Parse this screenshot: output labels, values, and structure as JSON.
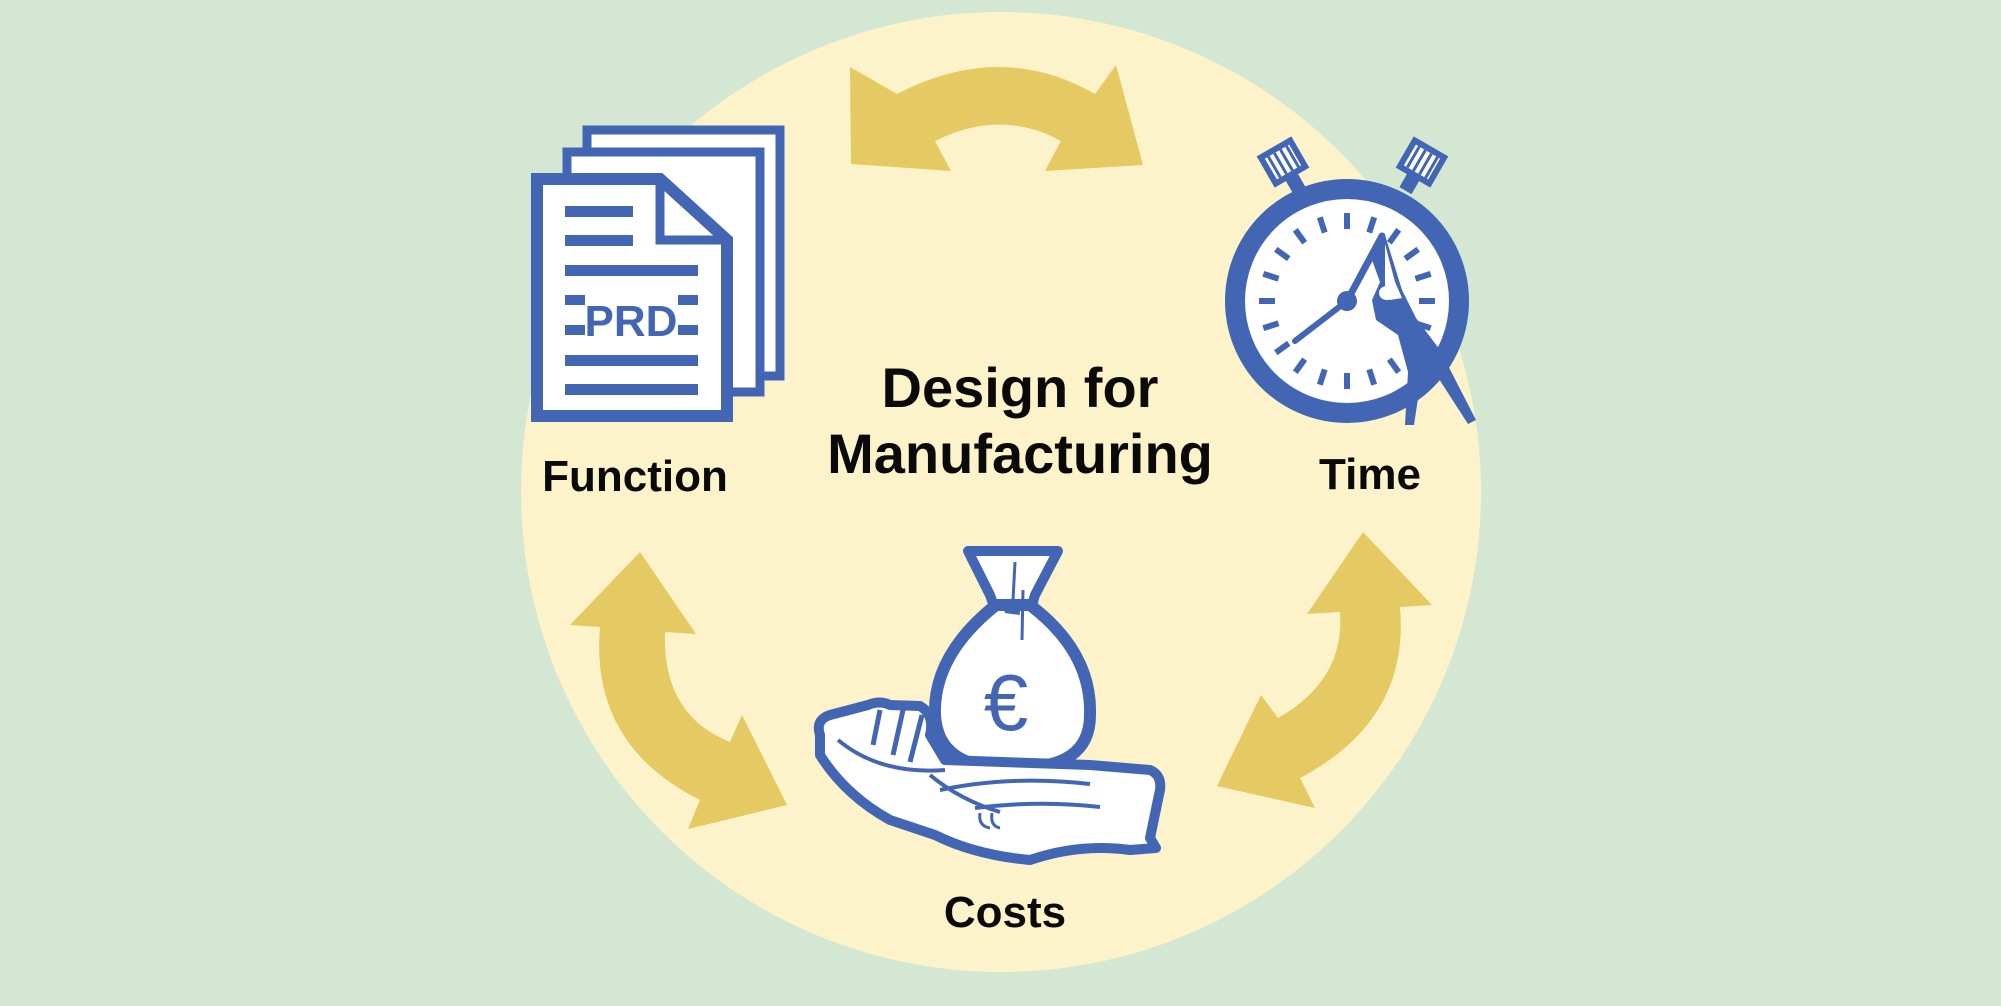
{
  "diagram": {
    "title_line1": "Design for",
    "title_line2": "Manufacturing",
    "nodes": {
      "function": {
        "label": "Function",
        "icon": "document-stack-icon",
        "document_text": "PRD"
      },
      "time": {
        "label": "Time",
        "icon": "stopwatch-icon"
      },
      "costs": {
        "label": "Costs",
        "icon": "money-bag-hand-icon",
        "currency_symbol": "€"
      }
    },
    "arrows": [
      "function-time-arrow",
      "time-costs-arrow",
      "costs-function-arrow"
    ]
  },
  "colors": {
    "background": "#d3e7d2",
    "circle": "#fdf3cb",
    "icon_blue": "#4366b4",
    "arrow_gold": "#e5c962",
    "text": "#0a0a0a"
  }
}
